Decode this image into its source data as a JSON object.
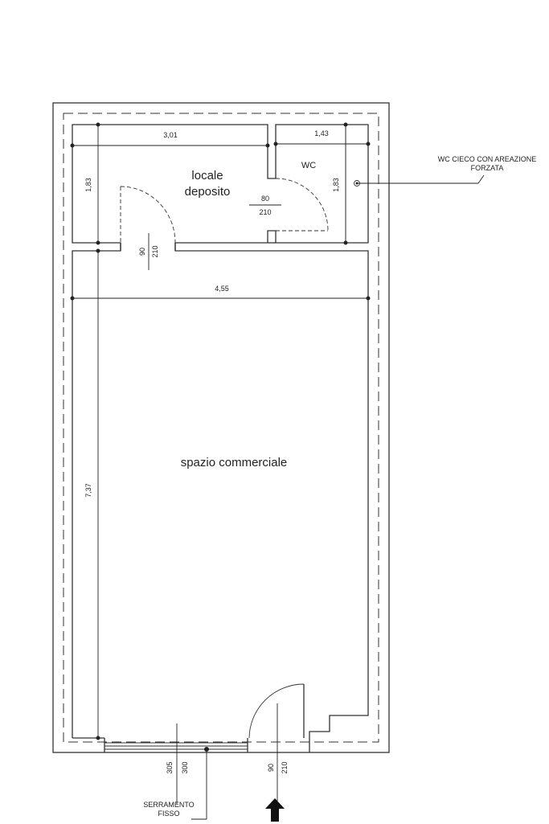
{
  "rooms": {
    "storage_line1": "locale",
    "storage_line2": "deposito",
    "wc": "WC",
    "commercial": "spazio commerciale"
  },
  "dimensions": {
    "storage_width": "3,01",
    "wc_width": "1,43",
    "storage_height": "1,83",
    "wc_height": "1,83",
    "total_width": "4,55",
    "commercial_height": "7,37"
  },
  "doors": {
    "wc_door_width": "80",
    "wc_door_height": "210",
    "storage_door_width": "90",
    "storage_door_height": "210",
    "entrance_width": "90",
    "entrance_height": "210",
    "window_width_a": "305",
    "window_width_b": "300"
  },
  "notes": {
    "wc_note_line1": "WC CIECO CON AREAZIONE",
    "wc_note_line2": "FORZATA",
    "window_note_line1": "SERRAMENTO",
    "window_note_line2": "FISSO"
  }
}
